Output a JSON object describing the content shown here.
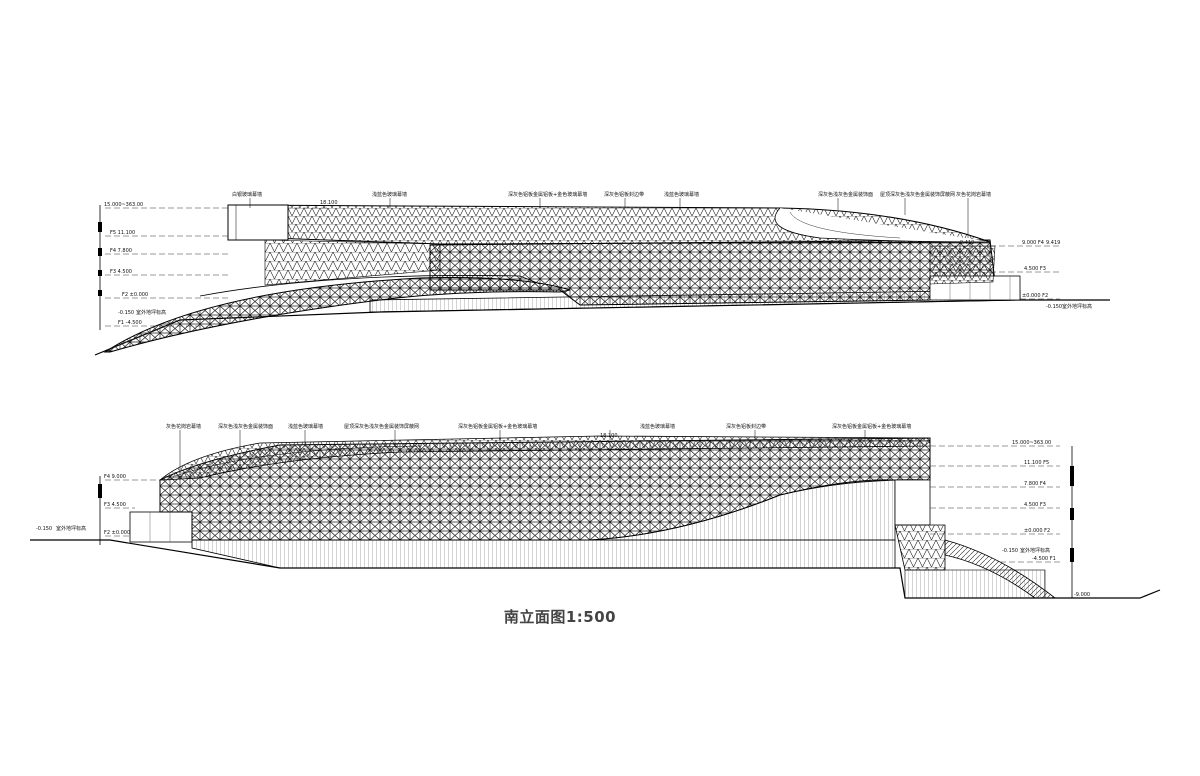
{
  "caption": "南立面图1:500",
  "elevation_top": {
    "callouts": [
      "白银玻璃幕墙",
      "浅蓝色玻璃幕墙",
      "深灰色铝板金属铝板+金色玻璃幕墙",
      "深灰色铝板封边带",
      "浅蓝色玻璃幕墙",
      "深灰色浅灰色金属装饰面",
      "屋顶深灰色浅灰色金属装饰屏蔽网",
      "灰色花岗岩幕墙"
    ],
    "levels_left": [
      "15.000~363.00",
      "F5 11.100",
      "F4 7.800",
      "F3 4.500",
      "F2 ±0.000",
      "-0.150",
      "F1 -4.500"
    ],
    "levels_right": [
      "9.000 F4",
      "9.419",
      "4.500 F3",
      "±0.000 F2",
      "-0.150"
    ],
    "peak_label": "18.100",
    "tip_label": "9.419",
    "ground_note": "室外地坪标高"
  },
  "elevation_bottom": {
    "callouts": [
      "灰色花岗岩幕墙",
      "深灰色浅灰色金属装饰面",
      "浅蓝色玻璃幕墙",
      "屋顶深灰色浅灰色金属装饰屏蔽网",
      "深灰色铝板金属铝板+金色玻璃幕墙",
      "浅蓝色玻璃幕墙",
      "深灰色铝板封边带",
      "深灰色铝板金属铝板+金色玻璃幕墙"
    ],
    "levels_left": [
      "F4 9.000",
      "F3 4.500",
      "-0.150",
      "F2 ±0.000"
    ],
    "levels_right": [
      "15.000~363.00",
      "11.100 F5",
      "7.800 F4",
      "4.500 F3",
      "±0.000 F2",
      "-0.150",
      "-4.500 F1",
      "-9.000"
    ],
    "peak_label": "18.100",
    "ground_note": "室外地坪标高"
  }
}
